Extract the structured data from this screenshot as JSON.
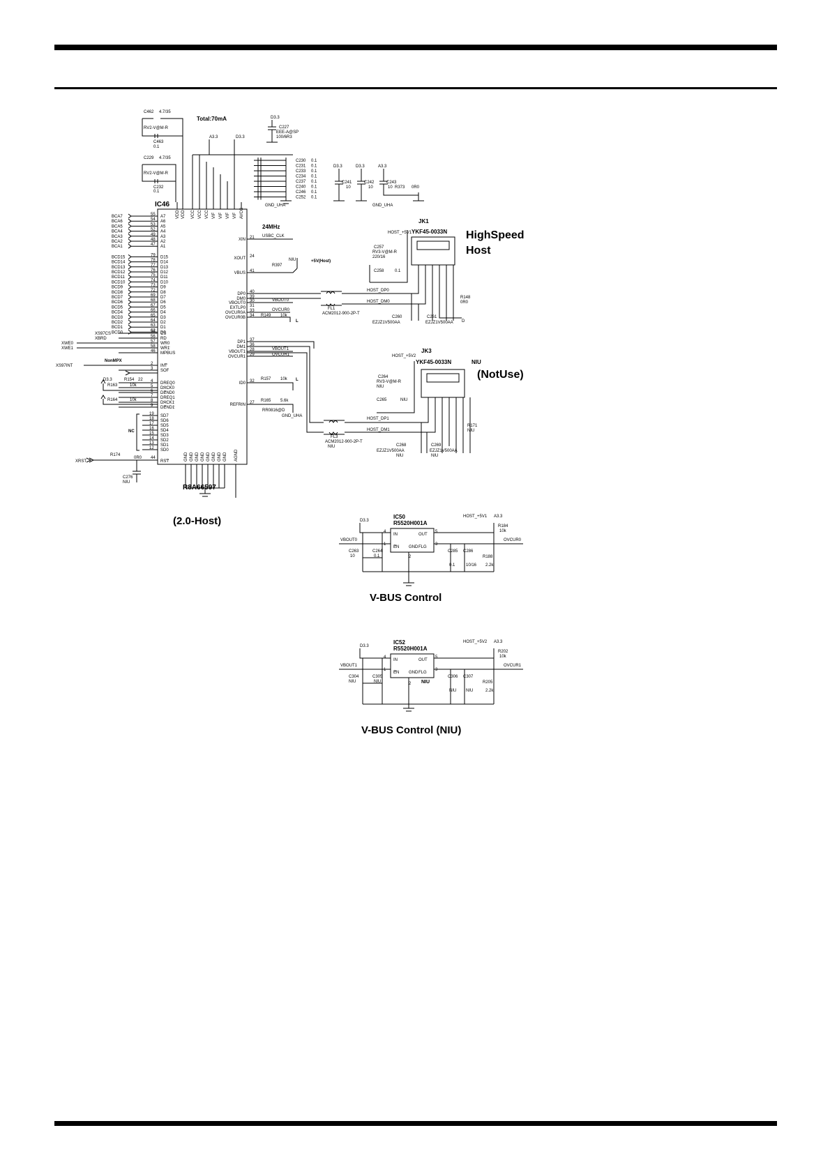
{
  "ic46": {
    "ref": "IC46",
    "part": "R8A66597",
    "title": "(2.0-Host)",
    "total": "Total:70mA",
    "clock": "24MHz",
    "clock_net": "USBC_CLK",
    "nonmpx": "NonMPX",
    "nc": "NC",
    "left_pins": [
      {
        "net": "BCA7",
        "num": "55",
        "pin": "A7"
      },
      {
        "net": "BCA6",
        "num": "54",
        "pin": "A6"
      },
      {
        "net": "BCA5",
        "num": "53",
        "pin": "A5"
      },
      {
        "net": "BCA4",
        "num": "52",
        "pin": "A4"
      },
      {
        "net": "BCA3",
        "num": "49",
        "pin": "A3"
      },
      {
        "net": "BCA2",
        "num": "48",
        "pin": "A2"
      },
      {
        "net": "BCA1",
        "num": "47",
        "pin": "A1"
      },
      {
        "net": "BCD15",
        "num": "79",
        "pin": "D15"
      },
      {
        "net": "BCD14",
        "num": "78",
        "pin": "D14"
      },
      {
        "net": "BCD13",
        "num": "77",
        "pin": "D13"
      },
      {
        "net": "BCD12",
        "num": "76",
        "pin": "D12"
      },
      {
        "net": "BCD11",
        "num": "75",
        "pin": "D11"
      },
      {
        "net": "BCD10",
        "num": "74",
        "pin": "D10"
      },
      {
        "net": "BCD9",
        "num": "73",
        "pin": "D9"
      },
      {
        "net": "BCD8",
        "num": "72",
        "pin": "D8"
      },
      {
        "net": "BCD7",
        "num": "69",
        "pin": "D7"
      },
      {
        "net": "BCD6",
        "num": "68",
        "pin": "D6"
      },
      {
        "net": "BCD5",
        "num": "67",
        "pin": "D5"
      },
      {
        "net": "BCD4",
        "num": "66",
        "pin": "D4"
      },
      {
        "net": "BCD3",
        "num": "65",
        "pin": "D3"
      },
      {
        "net": "BCD2",
        "num": "64",
        "pin": "D2"
      },
      {
        "net": "BCD1",
        "num": "63",
        "pin": "D1"
      },
      {
        "net": "BCD0",
        "num": "62",
        "pin": "D0"
      }
    ],
    "ctrl_pins": [
      {
        "net": "XS97CS",
        "num": "58",
        "pin": "CS"
      },
      {
        "net": "XBRD",
        "num": "56",
        "pin": "RD"
      },
      {
        "net": "XWE0",
        "num": "57",
        "pin": "WR0"
      },
      {
        "net": "XWE1",
        "num": "58",
        "pin": "WR1"
      },
      {
        "net": "",
        "num": "46",
        "pin": "MPBUS"
      },
      {
        "net": "XS97INT",
        "num": "2",
        "pin": "INT"
      },
      {
        "net": "",
        "num": "3",
        "pin": "SOF"
      },
      {
        "net": "",
        "num": "4",
        "pin": "DREQ0"
      },
      {
        "net": "",
        "num": "5",
        "pin": "DACK0"
      },
      {
        "net": "",
        "num": "6",
        "pin": "DEND0"
      },
      {
        "net": "",
        "num": "7",
        "pin": "DREQ1"
      },
      {
        "net": "",
        "num": "8",
        "pin": "DACK1"
      },
      {
        "net": "",
        "num": "9",
        "pin": "DEND1"
      }
    ],
    "sd_pins": [
      {
        "num": "19",
        "pin": "SD7"
      },
      {
        "num": "18",
        "pin": "SD6"
      },
      {
        "num": "17",
        "pin": "SD5"
      },
      {
        "num": "16",
        "pin": "SD4"
      },
      {
        "num": "15",
        "pin": "SD3"
      },
      {
        "num": "14",
        "pin": "SD2"
      },
      {
        "num": "13",
        "pin": "SD1"
      },
      {
        "num": "12",
        "pin": "SD0"
      }
    ],
    "rst": {
      "net": "XRST",
      "num": "44",
      "pin": "RST"
    },
    "right_pins": [
      {
        "num": "21",
        "pin": "XIN"
      },
      {
        "num": "24",
        "pin": "XOUT"
      },
      {
        "num": "41",
        "pin": "VBUS"
      },
      {
        "num": "40",
        "pin": "DP0"
      },
      {
        "num": "39",
        "pin": "DM0"
      },
      {
        "num": "30",
        "pin": "VBOUT0"
      },
      {
        "num": "31",
        "pin": "EXTLP0"
      },
      {
        "num": "33",
        "pin": "OVCUR0A"
      },
      {
        "num": "34",
        "pin": "OVCUR0B"
      },
      {
        "num": "37",
        "pin": "DP1"
      },
      {
        "num": "36",
        "pin": "DM1"
      },
      {
        "num": "28",
        "pin": "VBOUT1"
      },
      {
        "num": "29",
        "pin": "OVCUR1"
      },
      {
        "num": "32",
        "pin": "ID0"
      },
      {
        "num": "27",
        "pin": "REFRIN"
      }
    ],
    "top_pins": [
      "VDD",
      "VDD",
      "VCC",
      "VCC",
      "VCC",
      "VIF",
      "VIF",
      "VIF",
      "VIF",
      "AVCC"
    ],
    "gnd_pins": [
      "GND",
      "GND",
      "GND",
      "GND",
      "GND",
      "GND",
      "GND",
      "GND",
      "AGND"
    ],
    "right_nets": {
      "vbus_r": "R397",
      "vbus_niu": "NIU",
      "vbus_host": "+5V(Host)",
      "vbout0": "VBOUT0",
      "ovcur0": "OVCUR0",
      "r149": "R149",
      "r149v": "10k",
      "vbout1": "VBOUT1",
      "ovcur1": "OVCUR1",
      "r157": "R157",
      "r157v": "10k",
      "r165": "R165",
      "r165v": "5.6k",
      "rr": "RR0816@D",
      "gnd_uha": "GND_UHA",
      "l1": "L",
      "l2": "L"
    }
  },
  "left_parts": {
    "c462": "C462",
    "c462v": "4.7/35",
    "rv1": "RV2-V@M-R",
    "c463": "C463",
    "c463v": "0.1",
    "c229": "C229",
    "c229v": "4.7/35",
    "rv2": "RV2-V@M-R",
    "c232": "C232",
    "c232v": "0.1",
    "r154": "R154",
    "r154v": "22",
    "r163": "R163",
    "r163v": "10k",
    "r164": "R164",
    "r164v": "10k",
    "r174": "R174",
    "r174v": "0R0",
    "c276": "C276",
    "c276v": "NIU",
    "d33": "D3.3"
  },
  "top_caps": {
    "c227": "C227",
    "c227a": "EEE-A@SP",
    "c227b": "100/6R3",
    "list": [
      {
        "ref": "C230",
        "val": "0.1"
      },
      {
        "ref": "C231",
        "val": "0.1"
      },
      {
        "ref": "C233",
        "val": "0.1"
      },
      {
        "ref": "C234",
        "val": "0.1"
      },
      {
        "ref": "C237",
        "val": "0.1"
      },
      {
        "ref": "C240",
        "val": "0.1"
      },
      {
        "ref": "C246",
        "val": "0.1"
      },
      {
        "ref": "C252",
        "val": "0.1"
      }
    ],
    "gnd_uha": "GND_UHA",
    "a33": "A3.3",
    "d33": "D3.3",
    "c241": "C241",
    "c241v": "10",
    "c242": "C242",
    "c242v": "10",
    "c243": "C243",
    "c243v": "10",
    "r373": "R373",
    "r373v": "0R0",
    "gnd_uha2": "GND_UHA"
  },
  "jk1": {
    "ref": "JK1",
    "part": "YKF45-0033N",
    "label1": "HighSpeed",
    "label2": "Host",
    "host": "HOST_+5V1",
    "c257": "C257",
    "c257a": "RV3-V@M-R",
    "c257b": "220/16",
    "c258": "C258",
    "c258v": "0.1",
    "host_dp": "HOST_DP0",
    "host_dm": "HOST_DM0",
    "fl": "FL1",
    "fl_part": "ACM2012-900-2P-T",
    "c260": "C260",
    "c261": "C261",
    "ezj": "EZJZ1V500AA",
    "ezj2": "EZJZ1V500AA",
    "r148": "R148",
    "r148v": "0R0",
    "d": "D"
  },
  "jk3": {
    "ref": "JK3",
    "part": "YKF45-0033N",
    "niu": "NIU",
    "label": "(NotUse)",
    "host": "HOST_+5V2",
    "c264": "C264",
    "c264a": "RV3-V@M-R",
    "c264b": "NIU",
    "c265": "C265",
    "c265v": "NIU",
    "host_dp": "HOST_DP1",
    "host_dm": "HOST_DM1",
    "fl": "FL3",
    "fl_part": "ACM2012-900-2P-T",
    "fl_niu": "NIU",
    "c268": "C268",
    "c269": "C269",
    "ezj": "EZJZ1V500AA",
    "ezj2": "EZJZ1V500AA",
    "niu1": "NIU",
    "niu2": "NIU",
    "r171": "R171",
    "r171v": "NIU"
  },
  "ic50": {
    "ref": "IC50",
    "part": "R5520H001A",
    "d33": "D3.3",
    "host": "HOST_+5V1",
    "a33": "A3.3",
    "in_net": "VBOUT0",
    "out_net": "OVCUR0",
    "pins": {
      "in": "IN",
      "en": "EN",
      "gnd": "GND",
      "out": "OUT",
      "flg": "FLG"
    },
    "nums": {
      "in": "4",
      "en": "1",
      "gnd": "2",
      "out": "5",
      "flg": "3"
    },
    "c263": "C263",
    "c263v": "10",
    "c264": "C264",
    "c264v": "0.1",
    "c285": "C285",
    "c285v": "0.1",
    "c286": "C286",
    "c286v": "10/16",
    "r184": "R184",
    "r184v": "10k",
    "r188": "R188",
    "r188v": "2.2k",
    "title": "V-BUS   Control"
  },
  "ic52": {
    "ref": "IC52",
    "part": "R5520H001A",
    "niu": "NIU",
    "d33": "D3.3",
    "host": "HOST_+5V2",
    "a33": "A3.3",
    "in_net": "VBOUT1",
    "out_net": "OVCUR1",
    "pins": {
      "in": "IN",
      "en": "EN",
      "gnd": "GND",
      "out": "OUT",
      "flg": "FLG"
    },
    "nums": {
      "in": "4",
      "en": "1",
      "gnd": "2",
      "out": "5",
      "flg": "3"
    },
    "c304": "C304",
    "c304v": "NIU",
    "c305": "C305",
    "c305v": "NIU",
    "c306": "C306",
    "c306v": "NIU",
    "c307": "C307",
    "c307v": "NIU",
    "r202": "R202",
    "r202v": "10k",
    "r205": "R205",
    "r205v": "2.2k",
    "title": "V-BUS   Control   (NIU)"
  }
}
